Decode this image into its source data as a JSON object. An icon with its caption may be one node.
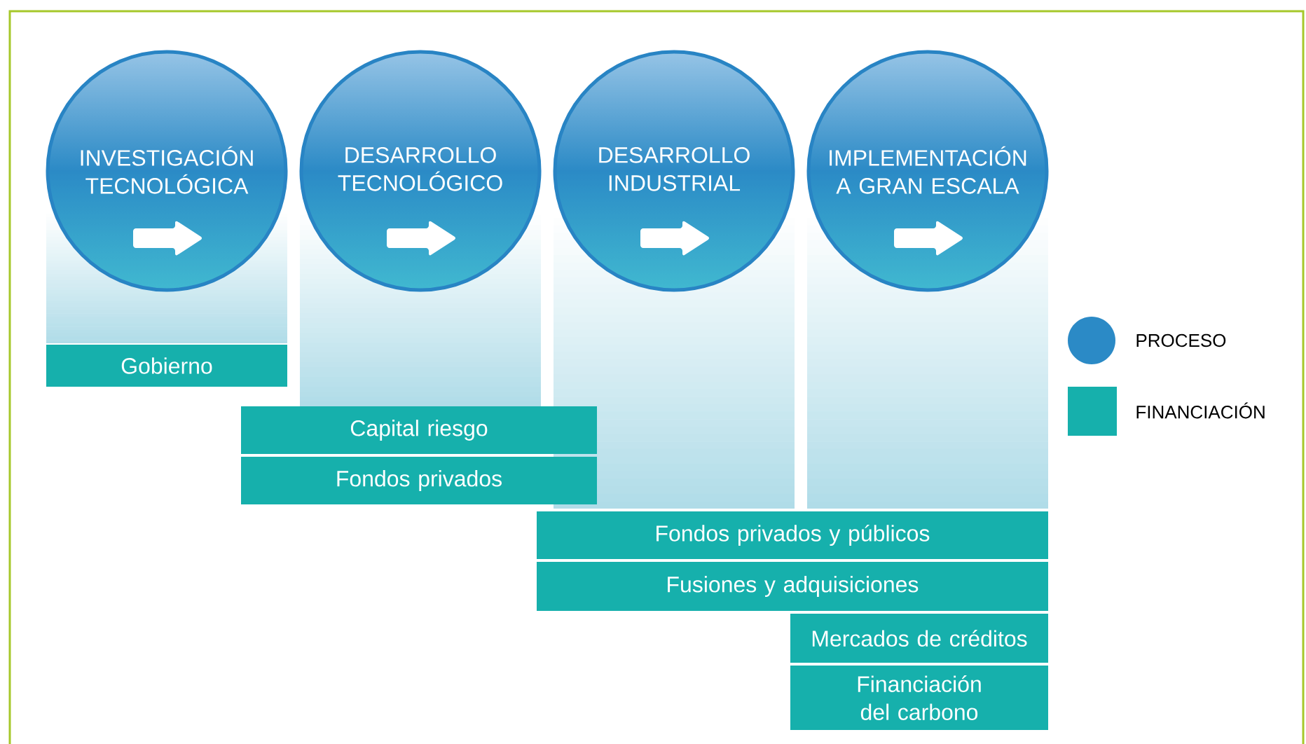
{
  "diagram": {
    "nodes": [
      {
        "text": [
          "INVESTIGACIÓN TECNOLÓGICA"
        ]
      },
      {
        "text": [
          "DESARROLLO TECNOLÓGICO"
        ]
      },
      {
        "text": [
          "DESARROLLO INDUSTRIAL"
        ]
      },
      {
        "text": [
          "IMPLEMENTACIÓN A GRAN ESCALA"
        ]
      },
      {
        "text": [
          "Gobierno"
        ]
      },
      {
        "text": [
          "Capital riesgo"
        ]
      },
      {
        "text": [
          "Fondos privados"
        ]
      },
      {
        "text": [
          "Fondos privados y públicos"
        ]
      },
      {
        "text": [
          "Fusiones y adquisiciones"
        ]
      },
      {
        "text": [
          "Mercados de créditos"
        ]
      },
      {
        "text": [
          "Financiación del carbono"
        ]
      }
    ],
    "legend": [
      {
        "text": "PROCESO",
        "color": "#2b8ac6"
      },
      {
        "text": "FINANCIACIÓN",
        "color": "#16b0ac"
      }
    ]
  }
}
